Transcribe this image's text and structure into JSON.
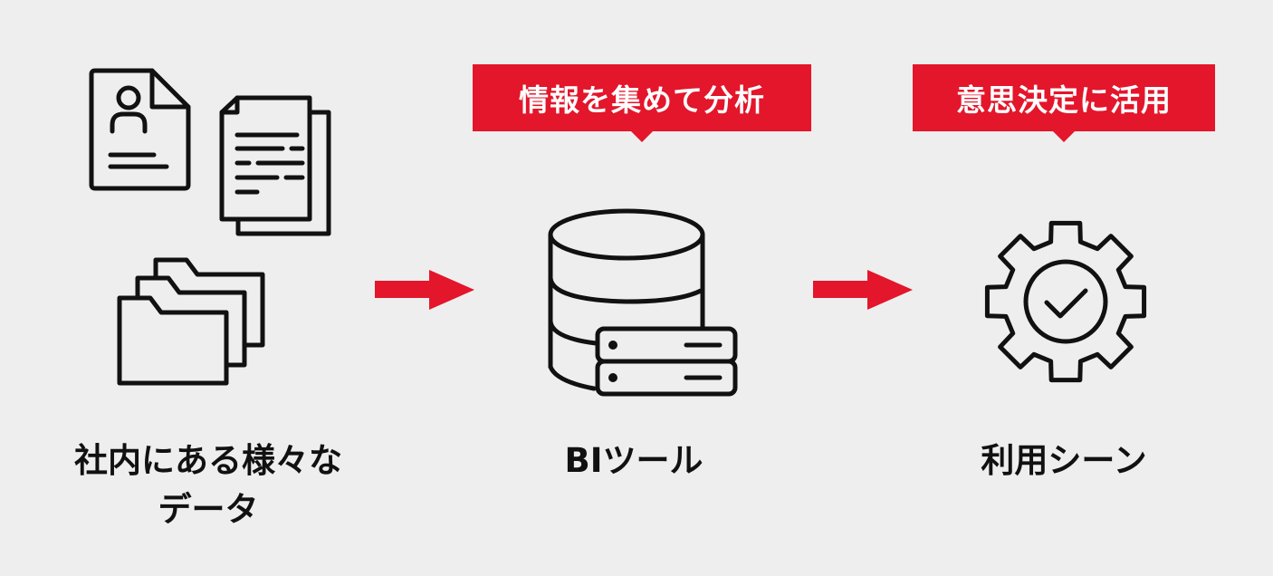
{
  "callouts": {
    "analyze": "情報を集めて分析",
    "decide": "意思決定に活用"
  },
  "labels": {
    "data_line1": "社内にある様々な",
    "data_line2": "データ",
    "bi_tool": "BIツール",
    "usage": "利用シーン"
  },
  "icons": {
    "data_sources": [
      "user-document-icon",
      "text-documents-icon",
      "folders-icon"
    ],
    "bi_tool": "database-server-icon",
    "usage": "gear-check-icon",
    "flow": "right-arrow-icon"
  },
  "colors": {
    "accent": "#e3162b",
    "background": "#efeeee",
    "text": "#111111"
  }
}
